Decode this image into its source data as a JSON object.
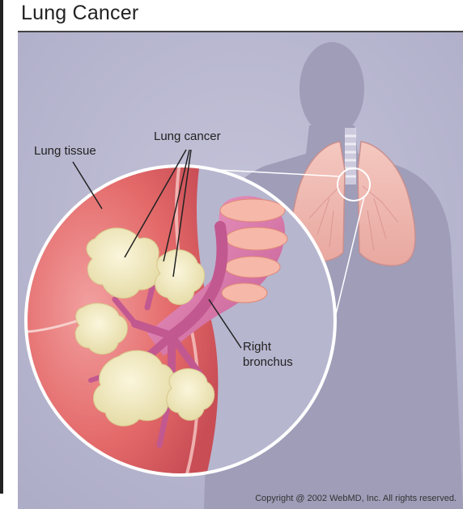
{
  "title": "Lung Cancer",
  "labels": {
    "lung_tissue": "Lung tissue",
    "lung_cancer": "Lung cancer",
    "right": "Right",
    "bronchus": "bronchus"
  },
  "copyright": "Copyright @ 2002 WebMD, Inc. All rights reserved.",
  "colors": {
    "background": "#b6b5cf",
    "silhouette": "#9e9cb6",
    "tissue": "#e46a6a",
    "tumor": "#f4edc8",
    "bronchus": "#d66aa0"
  }
}
